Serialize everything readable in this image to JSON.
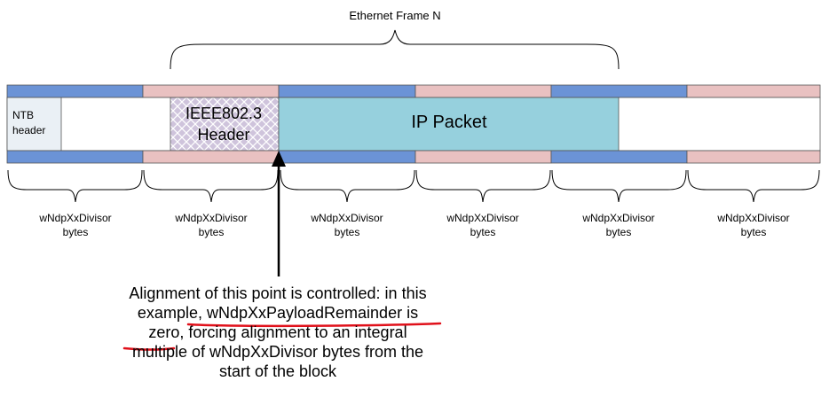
{
  "title": "Ethernet Frame N",
  "ntb_header": [
    "NTB",
    "header"
  ],
  "ieee_header": [
    "IEEE802.3",
    "Header"
  ],
  "ip_packet": "IP Packet",
  "divisor_labels": [
    {
      "line1": "wNdpXxDivisor",
      "line2": "bytes"
    },
    {
      "line1": "wNdpXxDivisor",
      "line2": "bytes"
    },
    {
      "line1": "wNdpXxDivisor",
      "line2": "bytes"
    },
    {
      "line1": "wNdpXxDivisor",
      "line2": "bytes"
    },
    {
      "line1": "wNdpXxDivisor",
      "line2": "bytes"
    },
    {
      "line1": "wNdpXxDivisor",
      "line2": "bytes"
    }
  ],
  "caption": [
    "Alignment of this point is controlled: in this",
    "example, wNdpXxPayloadRemainder is",
    "zero, forcing alignment to an integral",
    "multiple of wNdpXxDivisor bytes from the",
    "start of the block"
  ],
  "colors": {
    "blue_segment": "#6b93d6",
    "pink_segment": "#e9c1c1",
    "ip_packet_fill": "#96d0dd",
    "ieee_hatch": "#cfc4dc",
    "underline": "#e0101a"
  }
}
